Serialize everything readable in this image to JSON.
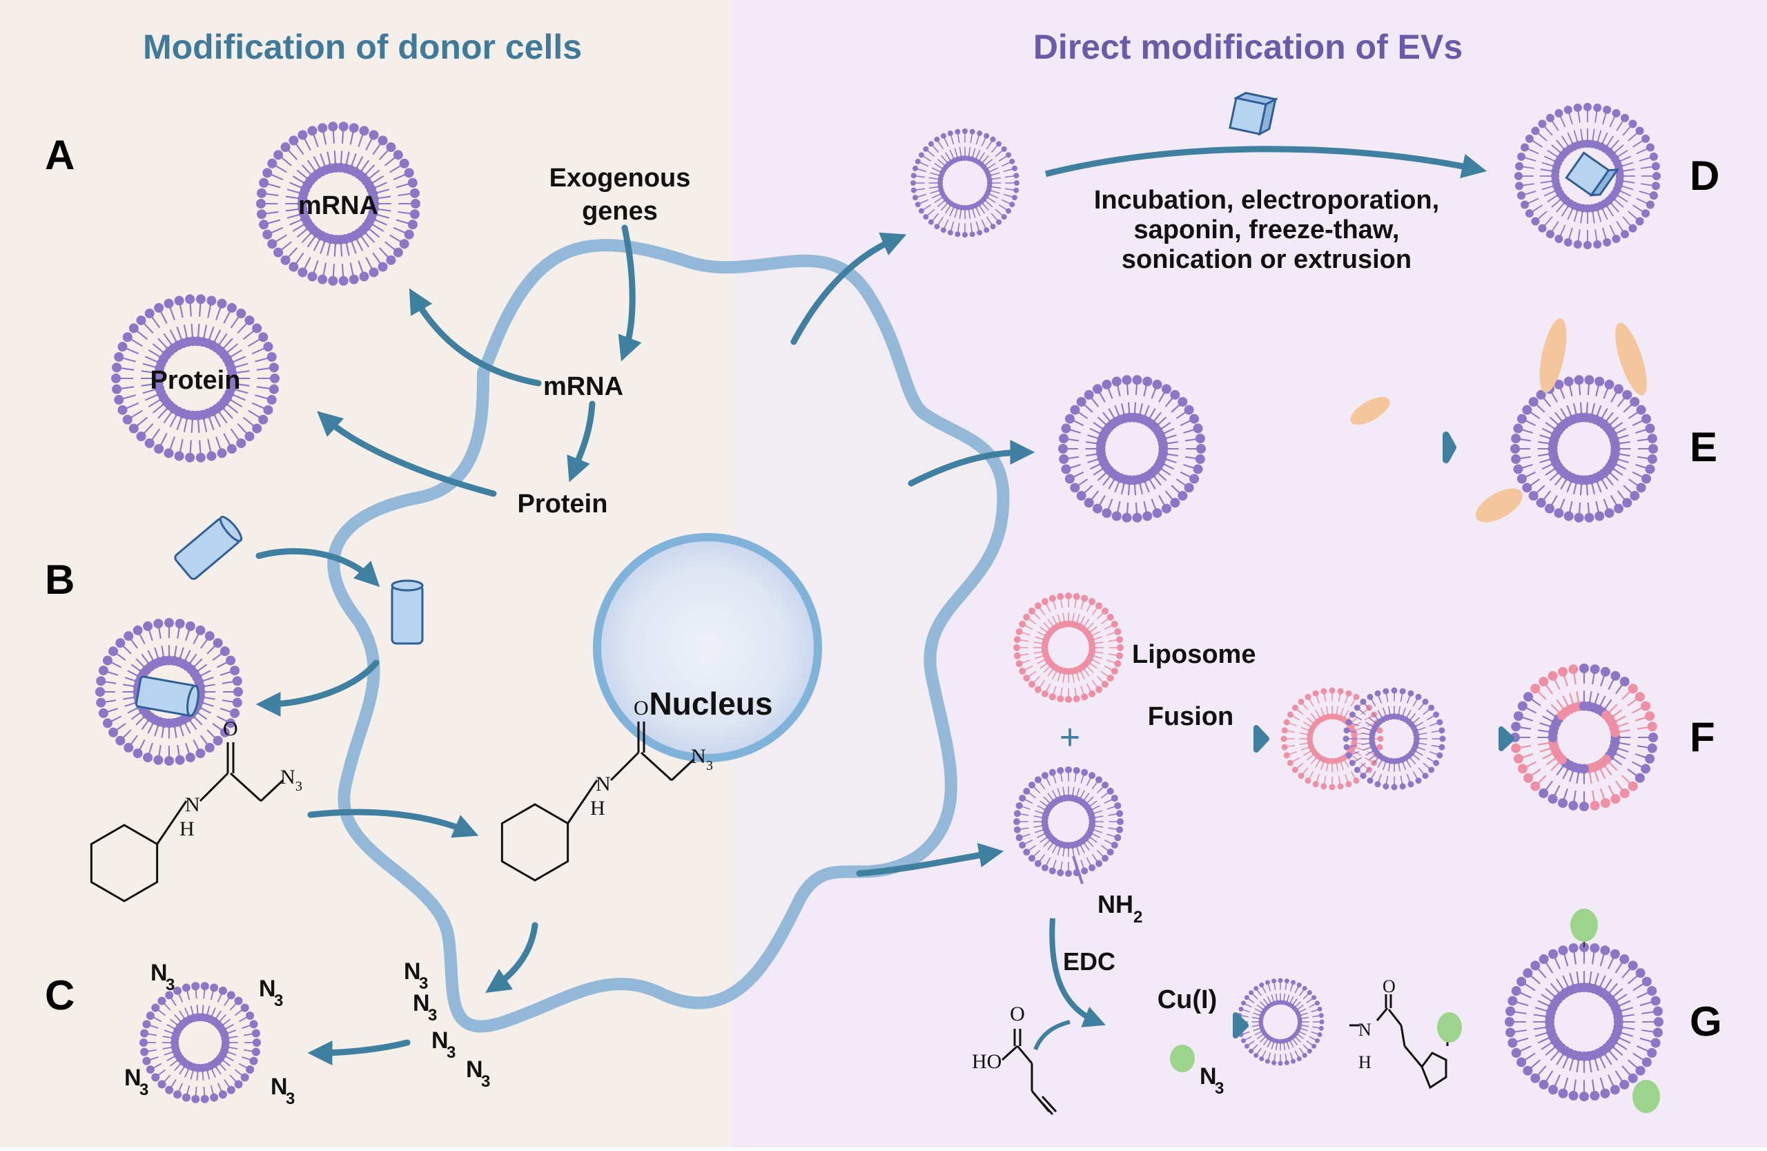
{
  "titles": {
    "left": "Modification of donor cells",
    "right": "Direct modification of EVs"
  },
  "panels": [
    "A",
    "B",
    "C",
    "D",
    "E",
    "F",
    "G"
  ],
  "cell": {
    "nucleus_label": "Nucleus",
    "exogenous_genes": [
      "Exogenous",
      "genes"
    ],
    "mrna_label": "mRNA",
    "protein_label": "Protein"
  },
  "vesicles": {
    "a_mrna": "mRNA",
    "a_protein": "Protein"
  },
  "chem": {
    "oxygen": "O",
    "nitrogen": "N",
    "hydrogen": "H",
    "azide": "N",
    "azide_sub": "3",
    "amine": "NH",
    "amine_sub": "2",
    "hydroxyl": "HO"
  },
  "panel_d": {
    "methods": [
      "Incubation, electroporation,",
      "saponin, freeze-thaw,",
      "sonication or extrusion"
    ]
  },
  "panel_f": {
    "liposome": "Liposome",
    "fusion": "Fusion",
    "plus": "+"
  },
  "panel_g": {
    "edc": "EDC",
    "catalyst": "Cu(I)"
  },
  "colors": {
    "left_bg": "#f5efe9",
    "right_bg": "#f2eaf6",
    "arrow": "#3f7fa0",
    "membrane": "#94b8d8",
    "lipid_purple": "#8c76c6",
    "lipid_pink": "#ef8fa3",
    "cargo_blue": "#b7d3ee",
    "antibody": "#f5c59b",
    "ligand_green": "#9bd48a",
    "left_title": "#3f7a9a",
    "right_title": "#6a5aa8"
  }
}
